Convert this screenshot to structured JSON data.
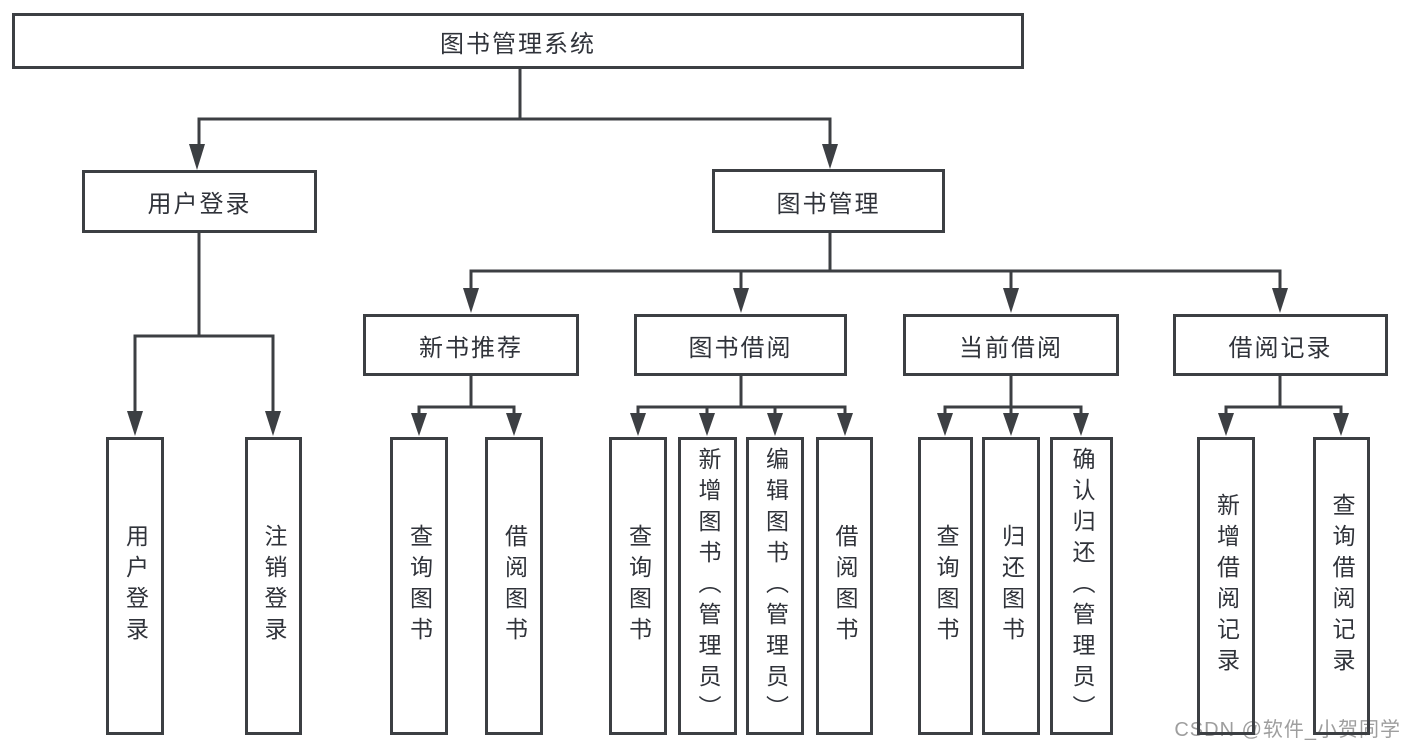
{
  "colors": {
    "background": "#ffffff",
    "line": "#3c3f43",
    "box_border": "#3c3f43",
    "text": "#30333a",
    "watermark": "#9e9e9e"
  },
  "watermark": {
    "text": "CSDN @软件_小贺同学"
  },
  "diagram": {
    "type": "hierarchy-tree",
    "root": {
      "label": "图书管理系统"
    },
    "level2": [
      {
        "label": "用户登录",
        "children": [
          {
            "label": "用户登录"
          },
          {
            "label": "注销登录"
          }
        ]
      },
      {
        "label": "图书管理",
        "children": [
          {
            "label": "新书推荐",
            "children": [
              {
                "label": "查询图书"
              },
              {
                "label": "借阅图书"
              }
            ]
          },
          {
            "label": "图书借阅",
            "children": [
              {
                "label": "查询图书"
              },
              {
                "label": "新增图书（管理员）"
              },
              {
                "label": "编辑图书（管理员）"
              },
              {
                "label": "借阅图书"
              }
            ]
          },
          {
            "label": "当前借阅",
            "children": [
              {
                "label": "查询图书"
              },
              {
                "label": "归还图书"
              },
              {
                "label": "确认归还（管理员）"
              }
            ]
          },
          {
            "label": "借阅记录",
            "children": [
              {
                "label": "新增借阅记录"
              },
              {
                "label": "查询借阅记录"
              }
            ]
          }
        ]
      }
    ]
  }
}
